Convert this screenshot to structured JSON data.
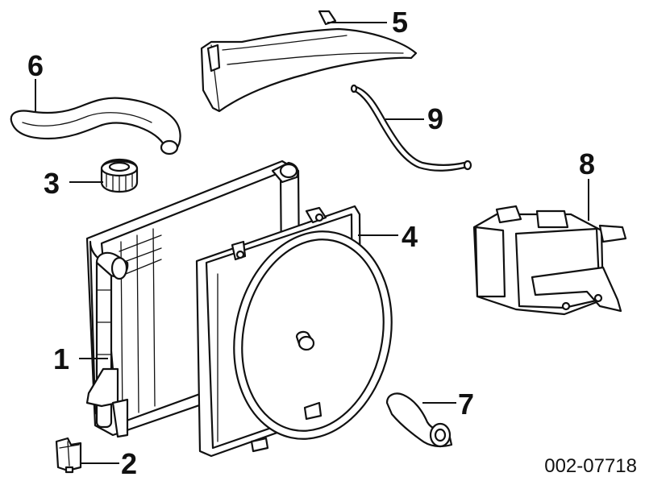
{
  "diagram": {
    "callouts": [
      {
        "id": "1",
        "label": "1"
      },
      {
        "id": "2",
        "label": "2"
      },
      {
        "id": "3",
        "label": "3"
      },
      {
        "id": "4",
        "label": "4"
      },
      {
        "id": "5",
        "label": "5"
      },
      {
        "id": "6",
        "label": "6"
      },
      {
        "id": "7",
        "label": "7"
      },
      {
        "id": "8",
        "label": "8"
      },
      {
        "id": "9",
        "label": "9"
      }
    ],
    "figure_code": "002-07718"
  }
}
